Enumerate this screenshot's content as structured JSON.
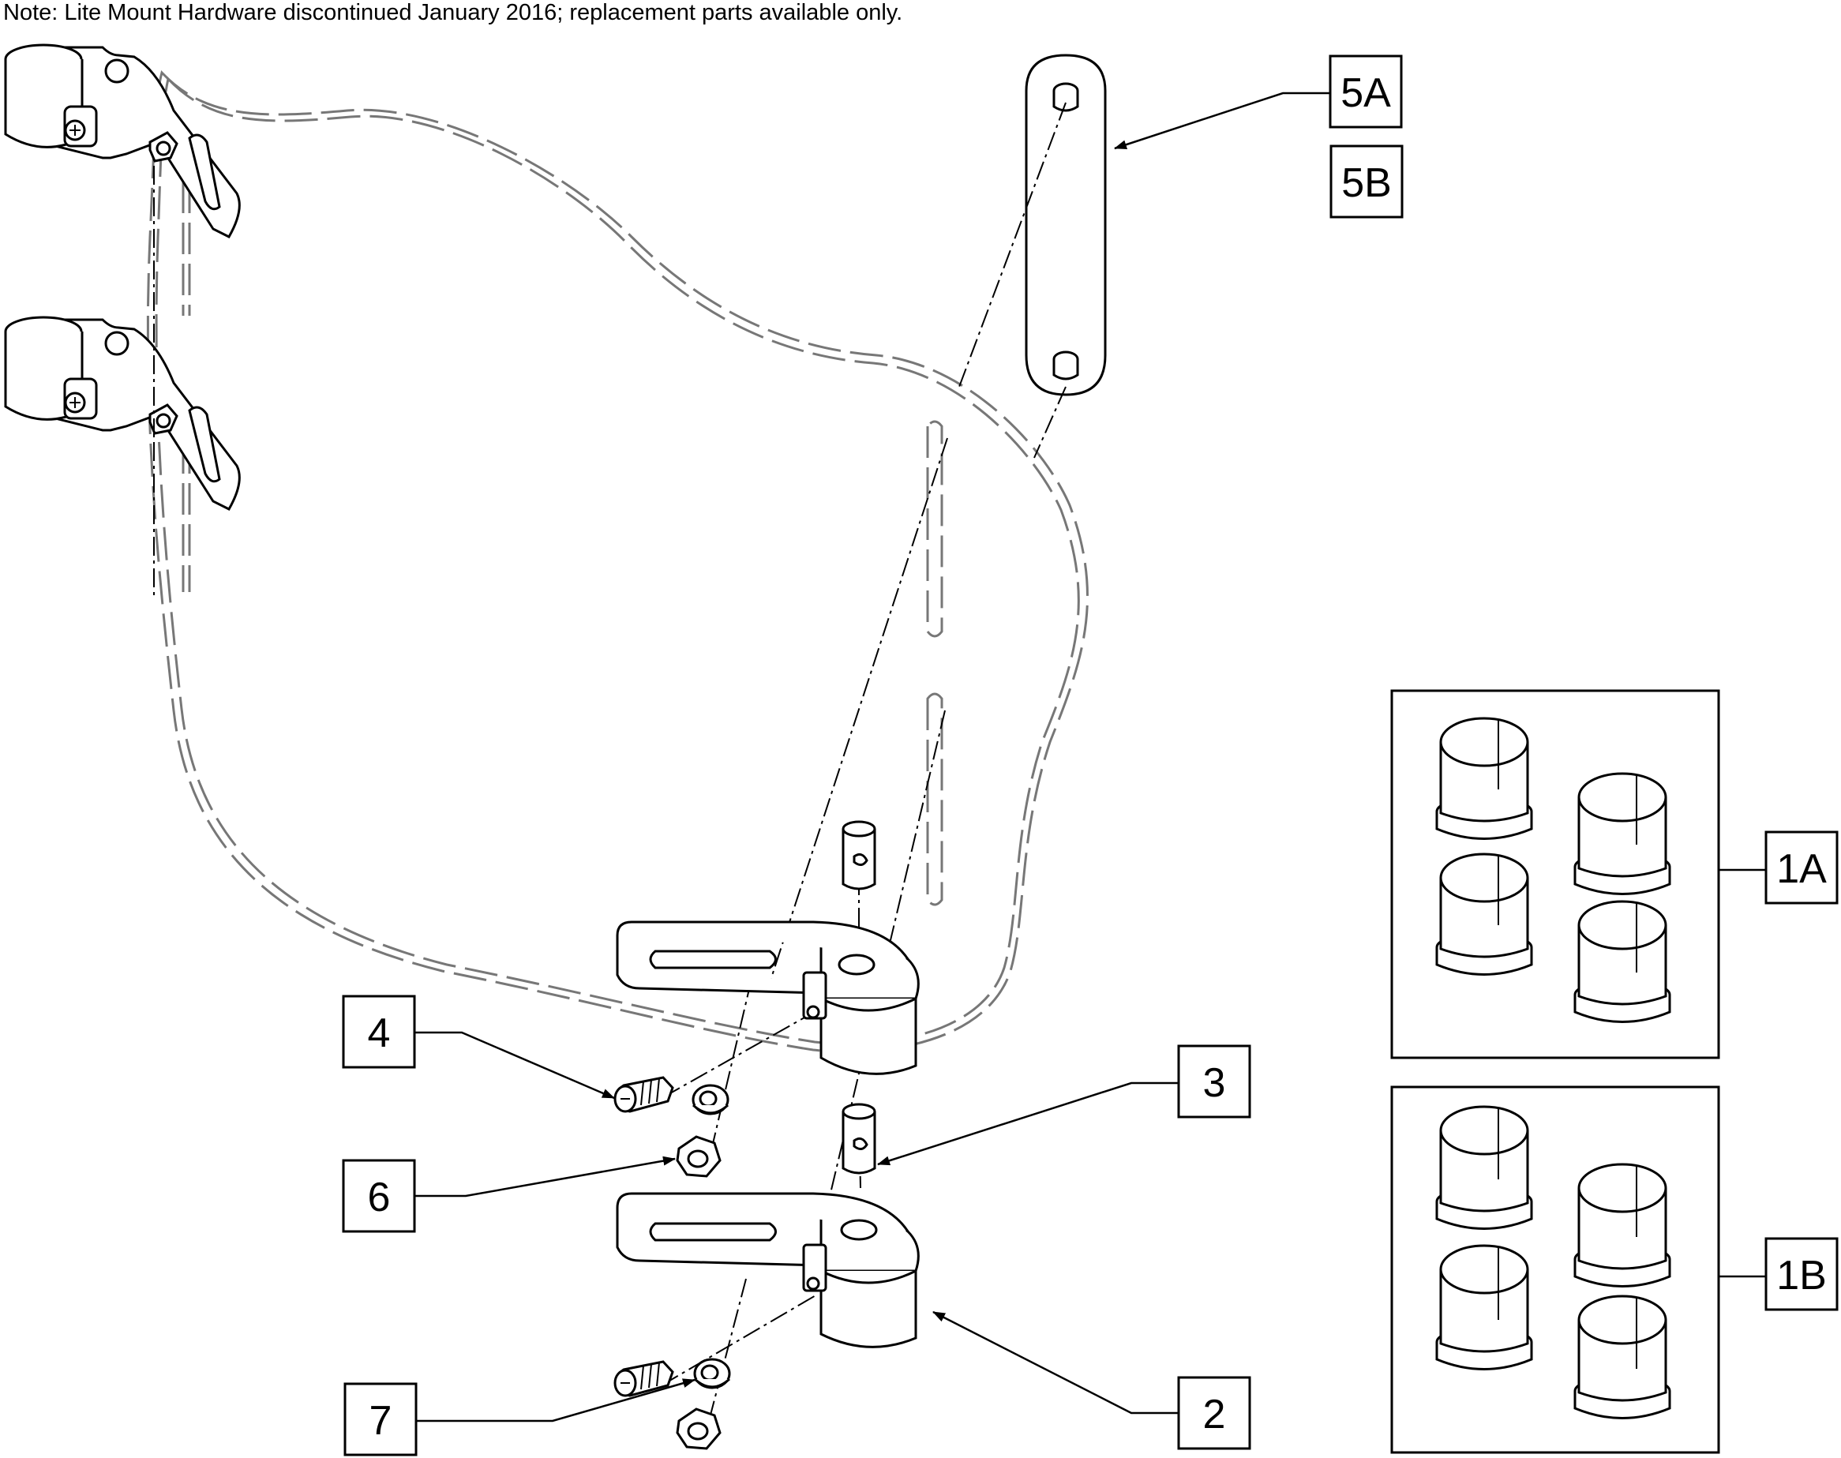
{
  "note": "Note: Lite Mount Hardware discontinued January 2016; replacement parts available only.",
  "callouts": {
    "c5A": "5A",
    "c5B": "5B",
    "c1A": "1A",
    "c1B": "1B",
    "c4": "4",
    "c3": "3",
    "c6": "6",
    "c7": "7",
    "c2": "2"
  }
}
